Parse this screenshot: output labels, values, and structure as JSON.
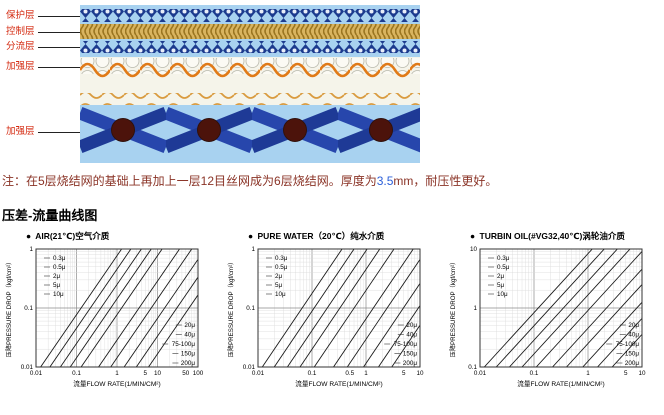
{
  "diagram": {
    "layers": [
      {
        "label": "保护层"
      },
      {
        "label": "控制层"
      },
      {
        "label": "分流层"
      },
      {
        "label": "加强层"
      },
      {
        "label": "加强层"
      }
    ]
  },
  "note": {
    "prefix": "注：在5层烧结网的基础上再加上一层12目丝网成为6层烧结网。厚度为",
    "highlight": "3.5",
    "suffix": "mm，耐压性更好。"
  },
  "section_title": "压差-流量曲线图",
  "colors": {
    "layer_label_red": "#d42a10",
    "note_text": "#8a3326",
    "note_highlight_blue": "#2b5fd9",
    "diagram_background": "#a8d2f0",
    "weave_blue": "#2746ac",
    "weave_gold": "#d9b45f",
    "wave_orange": "#e07a18",
    "bead_maroon": "#4c130b"
  },
  "chart_data": [
    {
      "type": "line",
      "scale": "log-log",
      "bullet": "●",
      "title": "AIR(21℃)空气介质",
      "ylabel": "压降PRESSURE DROP（kgf/cm²）",
      "xlabel": "流量FLOW RATE(1/MIN/CM²)",
      "xlim": [
        0.01,
        100
      ],
      "ylim": [
        0.01,
        1
      ],
      "xticks": [
        {
          "v": 0.01,
          "label": "0.01"
        },
        {
          "v": 0.1,
          "label": "0.1"
        },
        {
          "v": 1,
          "label": "1"
        },
        {
          "v": 5,
          "label": "5"
        },
        {
          "v": 10,
          "label": "10"
        },
        {
          "v": 50,
          "label": "50"
        },
        {
          "v": 100,
          "label": "100"
        }
      ],
      "yticks": [
        {
          "v": 1,
          "label": "1"
        },
        {
          "v": 0.1,
          "label": "0.1"
        },
        {
          "v": 0.01,
          "label": "0.01"
        }
      ],
      "series": [
        {
          "name": "0.3μ",
          "points": [
            [
              0.013,
              0.01
            ],
            [
              1.3,
              1
            ]
          ]
        },
        {
          "name": "0.5μ",
          "points": [
            [
              0.022,
              0.01
            ],
            [
              2.2,
              1
            ]
          ]
        },
        {
          "name": "2μ",
          "points": [
            [
              0.04,
              0.01
            ],
            [
              4,
              1
            ]
          ]
        },
        {
          "name": "5μ",
          "points": [
            [
              0.07,
              0.01
            ],
            [
              7,
              1
            ]
          ]
        },
        {
          "name": "10μ",
          "points": [
            [
              0.13,
              0.01
            ],
            [
              13,
              1
            ]
          ]
        },
        {
          "name": "20μ",
          "points": [
            [
              0.35,
              0.01
            ],
            [
              35,
              1
            ]
          ]
        },
        {
          "name": "40μ",
          "points": [
            [
              0.7,
              0.01
            ],
            [
              70,
              1
            ]
          ]
        },
        {
          "name": "75-100μ",
          "points": [
            [
              1.5,
              0.01
            ],
            [
              150,
              1
            ]
          ]
        },
        {
          "name": "150μ",
          "points": [
            [
              3,
              0.01
            ],
            [
              300,
              1
            ]
          ]
        },
        {
          "name": "200μ",
          "points": [
            [
              6,
              0.01
            ],
            [
              600,
              1
            ]
          ]
        }
      ]
    },
    {
      "type": "line",
      "scale": "log-log",
      "bullet": "●",
      "title": "PURE WATER（20℃）纯水介质",
      "ylabel": "压降PRESSURE DROP（kgf/cm²）",
      "xlabel": "流量FLOW RATE(1/MIN/CM²)",
      "xlim": [
        0.01,
        10
      ],
      "ylim": [
        0.01,
        1
      ],
      "xticks": [
        {
          "v": 0.01,
          "label": "0.01"
        },
        {
          "v": 0.1,
          "label": "0.1"
        },
        {
          "v": 0.5,
          "label": "0.5"
        },
        {
          "v": 1,
          "label": "1"
        },
        {
          "v": 5,
          "label": "5"
        },
        {
          "v": 10,
          "label": "10"
        }
      ],
      "yticks": [
        {
          "v": 1,
          "label": "1"
        },
        {
          "v": 0.1,
          "label": "0.1"
        },
        {
          "v": 0.01,
          "label": "0.01"
        }
      ],
      "series": [
        {
          "name": "0.3μ",
          "points": [
            [
              0.012,
              0.01
            ],
            [
              0.36,
              1
            ]
          ]
        },
        {
          "name": "0.5μ",
          "points": [
            [
              0.02,
              0.01
            ],
            [
              0.6,
              1
            ]
          ]
        },
        {
          "name": "2μ",
          "points": [
            [
              0.035,
              0.01
            ],
            [
              1.05,
              1
            ]
          ]
        },
        {
          "name": "5μ",
          "points": [
            [
              0.06,
              0.01
            ],
            [
              1.8,
              1
            ]
          ]
        },
        {
          "name": "10μ",
          "points": [
            [
              0.11,
              0.01
            ],
            [
              3.3,
              1
            ]
          ]
        },
        {
          "name": "20μ",
          "points": [
            [
              0.25,
              0.01
            ],
            [
              7.5,
              1
            ]
          ]
        },
        {
          "name": "40μ",
          "points": [
            [
              0.45,
              0.01
            ],
            [
              13.5,
              1
            ]
          ]
        },
        {
          "name": "75-100μ",
          "points": [
            [
              0.9,
              0.01
            ],
            [
              27,
              1
            ]
          ]
        },
        {
          "name": "150μ",
          "points": [
            [
              1.7,
              0.01
            ],
            [
              51,
              1
            ]
          ]
        },
        {
          "name": "200μ",
          "points": [
            [
              3,
              0.01
            ],
            [
              90,
              1
            ]
          ]
        }
      ]
    },
    {
      "type": "line",
      "scale": "log-log",
      "bullet": "●",
      "title": "TURBIN OIL(#VG32,40℃)涡轮油介质",
      "ylabel": "压降PRESSURE DROP（kgf/cm²）",
      "xlabel": "流量FLOW RATE(1/MIN/CM²)",
      "xlim": [
        0.01,
        10
      ],
      "ylim": [
        0.1,
        10
      ],
      "xticks": [
        {
          "v": 0.01,
          "label": "0.01"
        },
        {
          "v": 0.1,
          "label": "0.1"
        },
        {
          "v": 1,
          "label": "1"
        },
        {
          "v": 5,
          "label": "5"
        },
        {
          "v": 10,
          "label": "10"
        }
      ],
      "yticks": [
        {
          "v": 10,
          "label": "10"
        },
        {
          "v": 1,
          "label": "1"
        },
        {
          "v": 0.1,
          "label": "0.1"
        }
      ],
      "series": [
        {
          "name": "0.3μ",
          "points": [
            [
              0.012,
              0.1
            ],
            [
              1.2,
              10
            ]
          ]
        },
        {
          "name": "0.5μ",
          "points": [
            [
              0.02,
              0.1
            ],
            [
              2,
              10
            ]
          ]
        },
        {
          "name": "2μ",
          "points": [
            [
              0.035,
              0.1
            ],
            [
              3.5,
              10
            ]
          ]
        },
        {
          "name": "5μ",
          "points": [
            [
              0.06,
              0.1
            ],
            [
              6,
              10
            ]
          ]
        },
        {
          "name": "10μ",
          "points": [
            [
              0.11,
              0.1
            ],
            [
              11,
              10
            ]
          ]
        },
        {
          "name": "20μ",
          "points": [
            [
              0.22,
              0.1
            ],
            [
              22,
              10
            ]
          ]
        },
        {
          "name": "40μ",
          "points": [
            [
              0.4,
              0.1
            ],
            [
              40,
              10
            ]
          ]
        },
        {
          "name": "75-100μ",
          "points": [
            [
              0.8,
              0.1
            ],
            [
              80,
              10
            ]
          ]
        },
        {
          "name": "150μ",
          "points": [
            [
              1.5,
              0.1
            ],
            [
              150,
              10
            ]
          ]
        },
        {
          "name": "200μ",
          "points": [
            [
              2.8,
              0.1
            ],
            [
              280,
              10
            ]
          ]
        }
      ]
    }
  ]
}
